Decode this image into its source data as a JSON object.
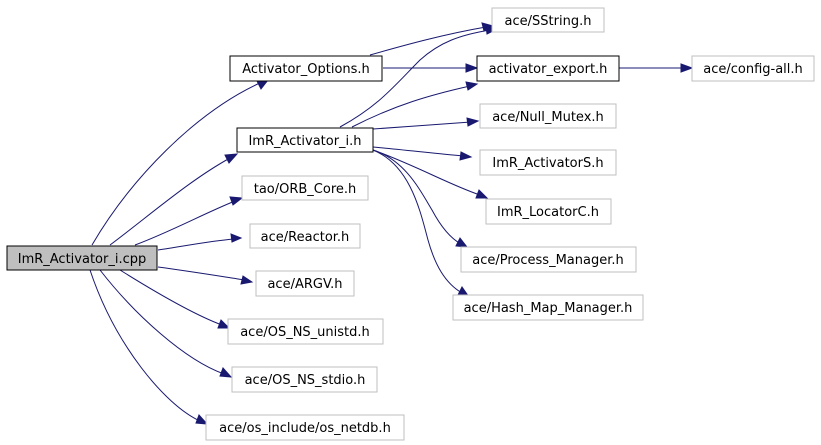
{
  "colors": {
    "edge": "#191970",
    "root_fill": "#bfbfbf",
    "documented_border": "#000000",
    "external_border": "#bfbfbf",
    "text": "#000000"
  },
  "nodes": {
    "root": {
      "label": "ImR_Activator_i.cpp",
      "kind": "root"
    },
    "activator_options": {
      "label": "Activator_Options.h",
      "kind": "documented"
    },
    "imr_activator_i_h": {
      "label": "ImR_Activator_i.h",
      "kind": "documented"
    },
    "sstring": {
      "label": "ace/SString.h",
      "kind": "external"
    },
    "activator_export": {
      "label": "activator_export.h",
      "kind": "documented"
    },
    "config_all": {
      "label": "ace/config-all.h",
      "kind": "external"
    },
    "null_mutex": {
      "label": "ace/Null_Mutex.h",
      "kind": "external"
    },
    "imr_activators": {
      "label": "ImR_ActivatorS.h",
      "kind": "external"
    },
    "imr_locatorc": {
      "label": "ImR_LocatorC.h",
      "kind": "external"
    },
    "process_manager": {
      "label": "ace/Process_Manager.h",
      "kind": "external"
    },
    "hash_map_manager": {
      "label": "ace/Hash_Map_Manager.h",
      "kind": "external"
    },
    "orb_core": {
      "label": "tao/ORB_Core.h",
      "kind": "external"
    },
    "reactor": {
      "label": "ace/Reactor.h",
      "kind": "external"
    },
    "argv": {
      "label": "ace/ARGV.h",
      "kind": "external"
    },
    "os_ns_unistd": {
      "label": "ace/OS_NS_unistd.h",
      "kind": "external"
    },
    "os_ns_stdio": {
      "label": "ace/OS_NS_stdio.h",
      "kind": "external"
    },
    "os_netdb": {
      "label": "ace/os_include/os_netdb.h",
      "kind": "external"
    }
  },
  "edges": [
    [
      "root",
      "activator_options"
    ],
    [
      "root",
      "imr_activator_i_h"
    ],
    [
      "root",
      "orb_core"
    ],
    [
      "root",
      "reactor"
    ],
    [
      "root",
      "argv"
    ],
    [
      "root",
      "os_ns_unistd"
    ],
    [
      "root",
      "os_ns_stdio"
    ],
    [
      "root",
      "os_netdb"
    ],
    [
      "activator_options",
      "sstring"
    ],
    [
      "activator_options",
      "activator_export"
    ],
    [
      "activator_export",
      "config_all"
    ],
    [
      "imr_activator_i_h",
      "sstring"
    ],
    [
      "imr_activator_i_h",
      "activator_export"
    ],
    [
      "imr_activator_i_h",
      "null_mutex"
    ],
    [
      "imr_activator_i_h",
      "imr_activators"
    ],
    [
      "imr_activator_i_h",
      "imr_locatorc"
    ],
    [
      "imr_activator_i_h",
      "process_manager"
    ],
    [
      "imr_activator_i_h",
      "hash_map_manager"
    ]
  ]
}
